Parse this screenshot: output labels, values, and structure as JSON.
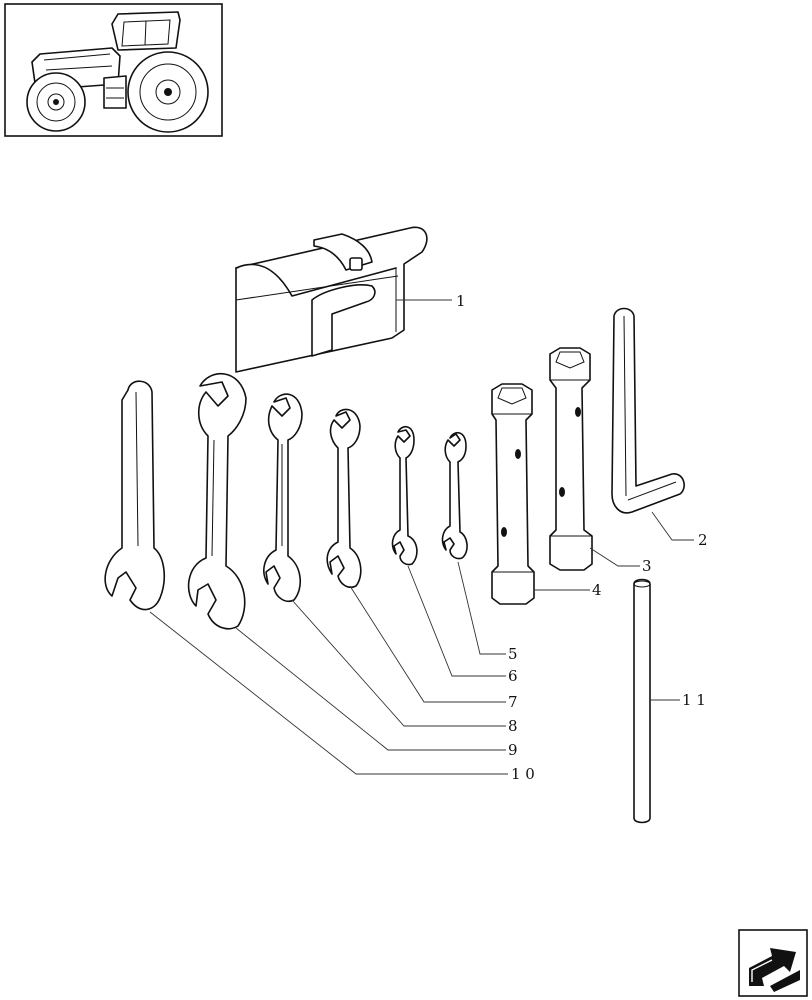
{
  "diagram": {
    "callouts": [
      {
        "id": "bag",
        "label": "1"
      },
      {
        "id": "hex-key",
        "label": "2"
      },
      {
        "id": "box-spanner-large",
        "label": "3"
      },
      {
        "id": "box-spanner-small",
        "label": "4"
      },
      {
        "id": "wrench-smallest",
        "label": "5"
      },
      {
        "id": "wrench-small",
        "label": "6"
      },
      {
        "id": "wrench-medium",
        "label": "7"
      },
      {
        "id": "wrench-medium-large",
        "label": "8"
      },
      {
        "id": "wrench-large",
        "label": "9"
      },
      {
        "id": "wrench-single-end",
        "label": "1 0"
      },
      {
        "id": "tommy-bar",
        "label": "1 1"
      }
    ]
  },
  "icons": {
    "thumbnail": "tractor-thumbnail-icon",
    "navigation": "next-page-arrow-icon"
  }
}
